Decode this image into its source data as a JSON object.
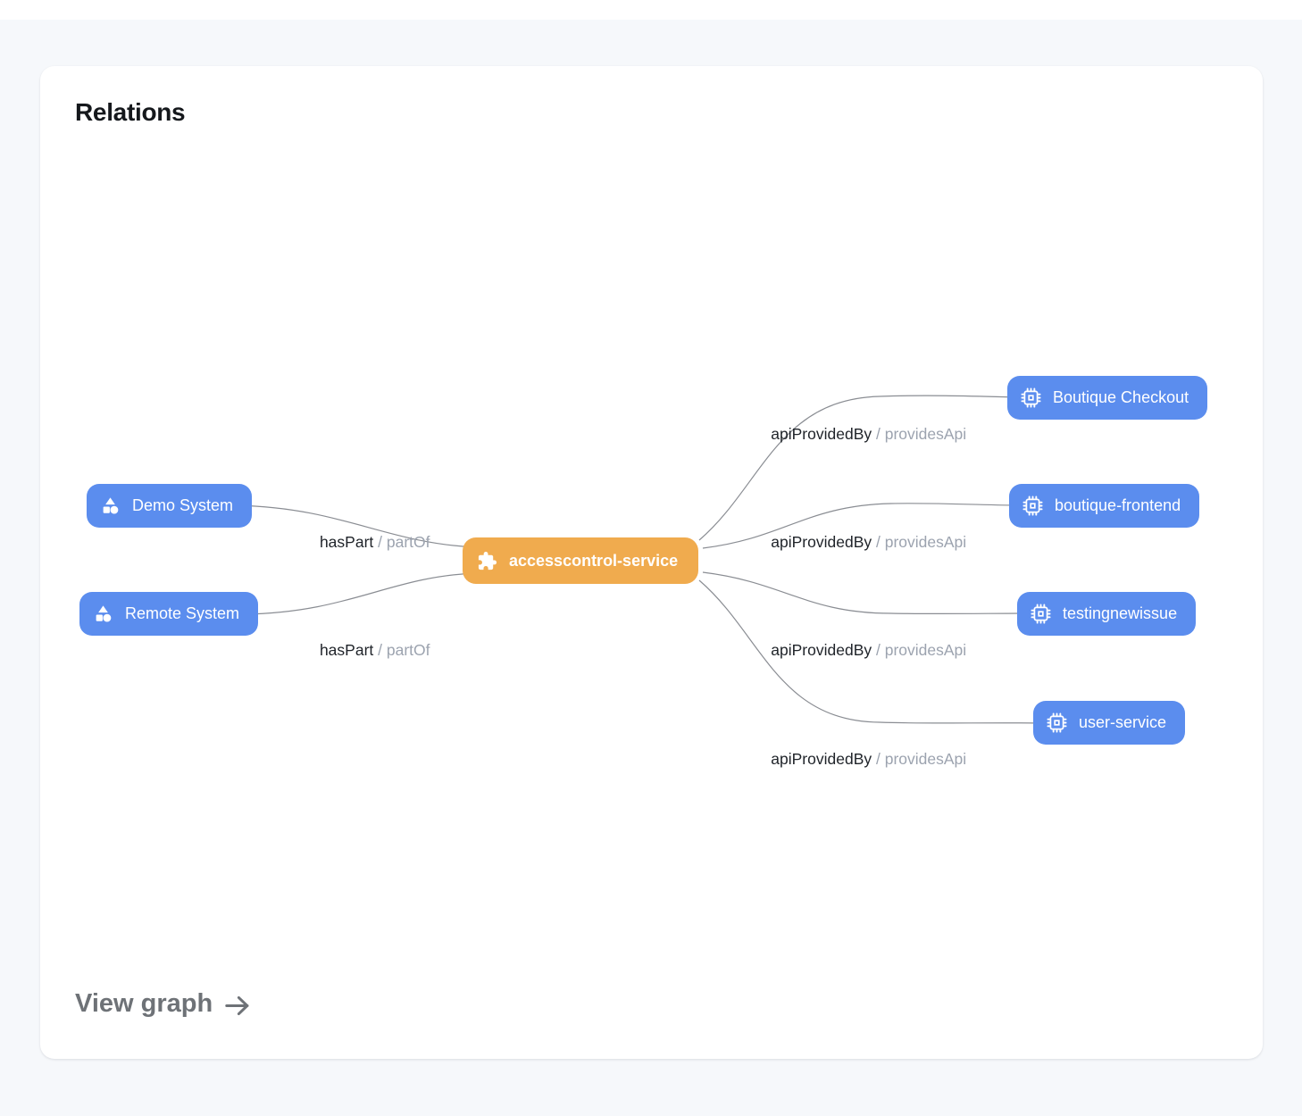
{
  "page": {
    "background": "#F6F8FB"
  },
  "card": {
    "title": "Relations",
    "footer_link": "View graph"
  },
  "colors": {
    "system_and_service_node": "#5B8DEE",
    "center_node": "#F0AB4E",
    "node_text": "#FFFFFF",
    "edge_line": "#8A8D93",
    "edge_label_primary": "#1F2329",
    "edge_label_secondary": "#9CA3AF",
    "footer_link_text": "#6E7277"
  },
  "graph": {
    "center_node": {
      "label": "accesscontrol-service",
      "icon": "puzzle-icon"
    },
    "left_nodes": [
      {
        "label": "Demo System",
        "icon": "shapes-icon"
      },
      {
        "label": "Remote System",
        "icon": "shapes-icon"
      }
    ],
    "right_nodes": [
      {
        "label": "Boutique Checkout",
        "icon": "chip-icon"
      },
      {
        "label": "boutique-frontend",
        "icon": "chip-icon"
      },
      {
        "label": "testingnewissue",
        "icon": "chip-icon"
      },
      {
        "label": "user-service",
        "icon": "chip-icon"
      }
    ],
    "left_edge_label": {
      "primary": "hasPart",
      "separator": " / ",
      "secondary": "partOf"
    },
    "right_edge_label": {
      "primary": "apiProvidedBy",
      "separator": " / ",
      "secondary": "providesApi"
    }
  }
}
